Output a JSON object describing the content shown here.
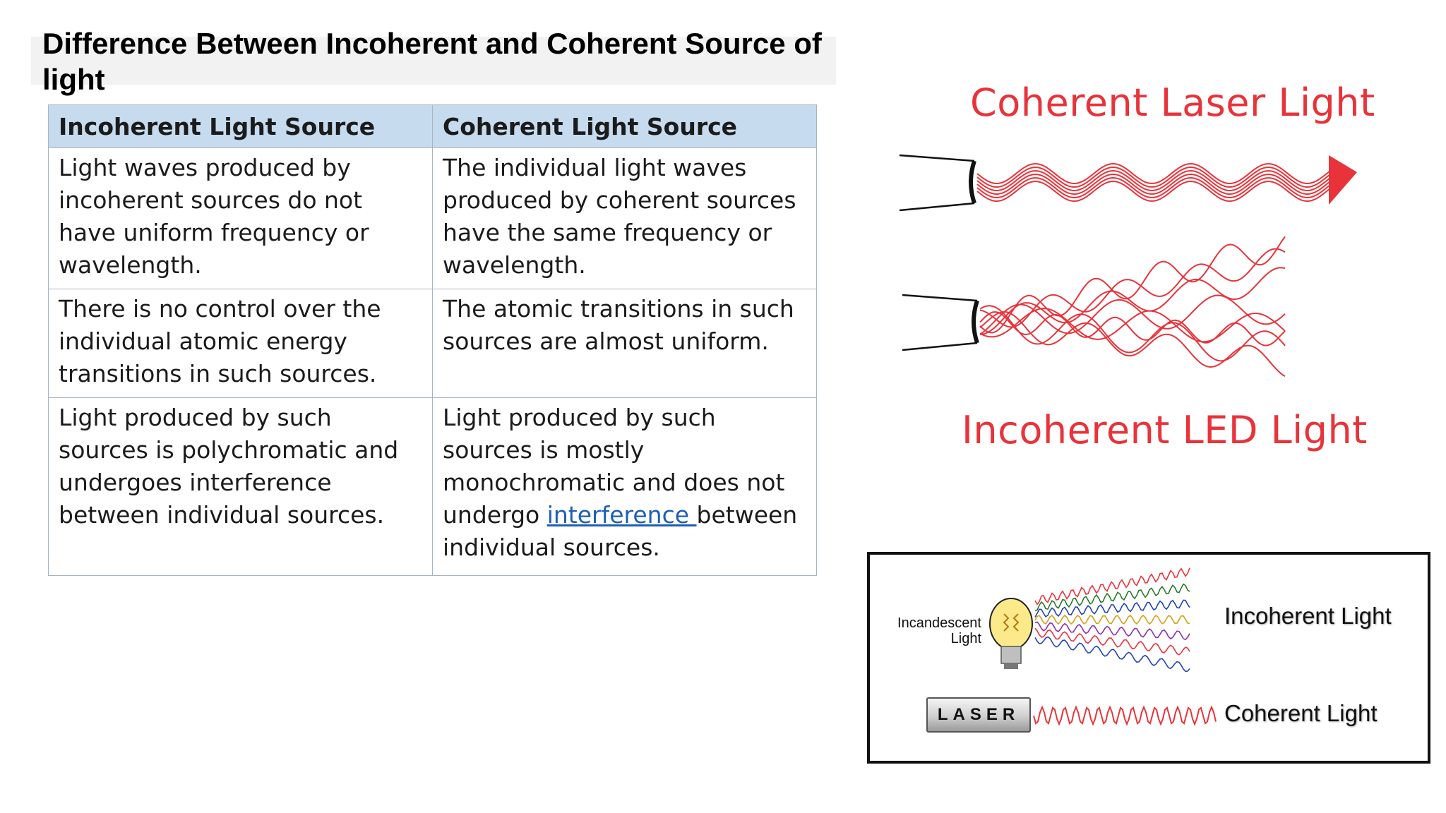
{
  "page": {
    "title": "Difference Between Incoherent and Coherent Source of light"
  },
  "table": {
    "headers": [
      "Incoherent Light Source",
      "Coherent Light Source"
    ],
    "rows": [
      {
        "incoherent": "Light waves produced by incoherent sources do not have uniform frequency or wavelength.",
        "coherent": "The individual light waves produced by coherent sources have the same frequency or wavelength."
      },
      {
        "incoherent": "There is no control over the individual atomic energy transitions in such sources.",
        "coherent": "The atomic transitions in such sources are almost uniform."
      },
      {
        "incoherent": "Light produced by such sources is polychromatic and undergoes interference between individual sources.",
        "coherent_prefix": "Light produced by such sources is mostly monochromatic and does not undergo ",
        "coherent_link": "interference ",
        "coherent_suffix": "between individual sources."
      }
    ]
  },
  "diagram_top": {
    "coherent_label": "Coherent Laser Light",
    "incoherent_label": "Incoherent LED Light",
    "wave_color": "#e8333a"
  },
  "diagram_bottom": {
    "bulb_label_line1": "Incandescent",
    "bulb_label_line2": "Light",
    "laser_label": "LASER",
    "incoherent_label": "Incoherent Light",
    "coherent_label": "Coherent Light"
  }
}
